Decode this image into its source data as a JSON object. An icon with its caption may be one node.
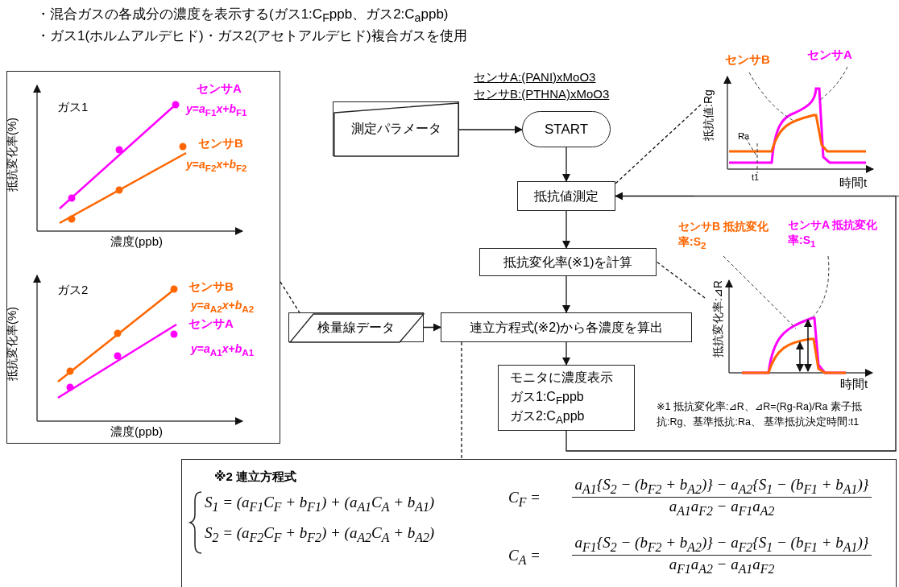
{
  "diagram": {
    "nodes": [
      {
        "text": [
          "測定パラメータ"
        ]
      },
      {
        "text": [
          "START"
        ]
      },
      {
        "text": [
          "抵抗値測定"
        ]
      },
      {
        "text": [
          "抵抗変化率(※1)を計算"
        ]
      },
      {
        "text": [
          "検量線データ"
        ]
      },
      {
        "text": [
          "連立方程式(※2)から各濃度を算出"
        ]
      },
      {
        "text": [
          "モニタに濃度表示",
          "ガス1:C$_{F}$ppb",
          "ガス2:C$_{A}$ppb"
        ]
      },
      {
        "text": [
          "ガス1",
          "センサA",
          "*y*=*a*$_{F1}$*x*+*b*$_{F1}$",
          "センサB",
          "*y*=*a*$_{F2}$*x*+*b*$_{F2}$",
          "抵抗変化率(%)",
          "濃度(ppb)",
          "ガス2",
          "センサB",
          "*y*=*a*$_{A2}$*x*+*b*$_{A2}$",
          "センサA",
          "*y*=*a*$_{A1}$*x*+*b*$_{A1}$",
          "抵抗変化率(%)",
          "濃度(ppb)"
        ]
      },
      {
        "text": [
          "センサB",
          "センサA",
          "抵抗値:Rg",
          "Ra",
          "t1",
          "時間t"
        ]
      },
      {
        "text": [
          "センサB 抵抗変化率:S$_{2}$",
          "センサA 抵抗変化率:S$_{1}$",
          "抵抗変化率:⊿R",
          "時間t"
        ]
      },
      {
        "text": [
          "※2 連立方程式",
          "S$_{1}$ = (a$_{F1}$C$_{F}$ + b$_{F1}$) + (a$_{A1}$C$_{A}$ + b$_{A1}$)",
          "S$_{2}$ = (a$_{F2}$C$_{F}$ + b$_{F2}$) + (a$_{A2}$C$_{A}$ + b$_{A2}$)",
          "C$_{F}$ =",
          "a$_{A1}${S$_{2}$ − (b$_{F2}$ + b$_{A2}$)} − a$_{A2}${S$_{1}$ − (b$_{F1}$ + b$_{A1}$)}",
          "a$_{A1}$a$_{F2}$ − a$_{F1}$a$_{A2}$",
          "C$_{A}$ =",
          "a$_{F1}${S$_{2}$ − (b$_{F2}$ + b$_{A2}$)} − a$_{F2}${S$_{1}$ − (b$_{F1}$ + b$_{A1}$)}",
          "a$_{F1}$a$_{A2}$ − a$_{A1}$a$_{F2}$"
        ]
      }
    ],
    "edges": [
      {
        "from": 0,
        "to": 1,
        "arrow": "to"
      },
      {
        "from": 1,
        "to": 2,
        "arrow": "to"
      },
      {
        "from": 2,
        "to": 3,
        "arrow": "to"
      },
      {
        "from": 3,
        "to": 5,
        "arrow": "to"
      },
      {
        "from": 4,
        "to": 5,
        "arrow": "to"
      },
      {
        "from": 5,
        "to": 6,
        "arrow": "to"
      },
      {
        "from": 6,
        "to": 2,
        "arrow": "to"
      },
      {
        "from": 8,
        "to": 2,
        "arrow": "none",
        "style": "dashed"
      },
      {
        "from": 9,
        "to": 3,
        "arrow": "none",
        "style": "dashed"
      },
      {
        "from": 7,
        "to": 4,
        "arrow": "none",
        "style": "dashed"
      },
      {
        "from": 5,
        "to": 10,
        "arrow": "none",
        "style": "dashed"
      }
    ],
    "labels": [
      "・混合ガスの各成分の濃度を表示する(ガス1:C$_{F}$ppb、ガス2:C$_{a}$ppb)",
      "・ガス1(ホルムアルデヒド)・ガス2(アセトアルデヒド)複合ガスを使用",
      "センサA:(PANI)xMoO3",
      "センサB:(PTHNA)xMoO3",
      "※1 抵抗変化率:⊿R、⊿R=(Rg-Ra)/Ra 素子抵抗:Rg、基準抵抗:Ra、 基準抵抗決定時間:t1"
    ]
  }
}
